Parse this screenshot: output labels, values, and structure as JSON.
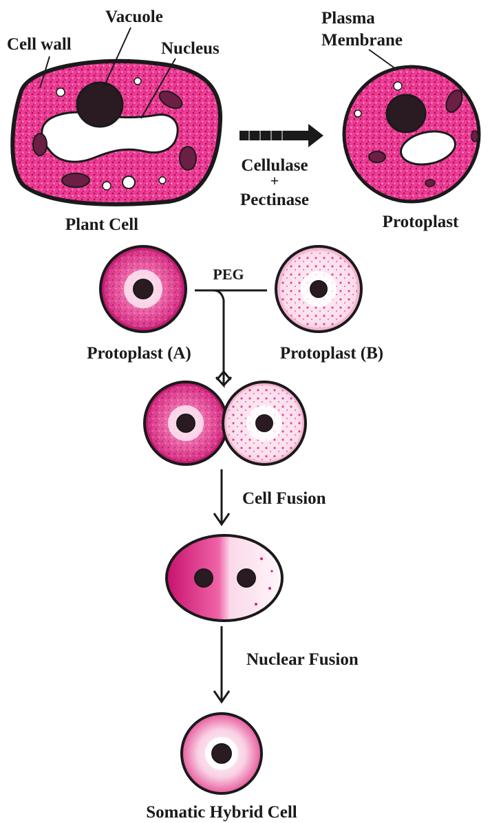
{
  "labels": {
    "cell_wall": "Cell wall",
    "vacuole": "Vacuole",
    "nucleus": "Nucleus",
    "plasma": "Plasma",
    "membrane": "Membrane",
    "cellulase": "Cellulase",
    "plus": "+",
    "pectinase": "Pectinase",
    "plant_cell": "Plant Cell",
    "protoplast": "Protoplast",
    "peg": "PEG",
    "protoplast_a": "Protoplast (A)",
    "protoplast_b": "Protoplast (B)",
    "cell_fusion": "Cell Fusion",
    "nuclear_fusion": "Nuclear Fusion",
    "somatic_hybrid_cell": "Somatic Hybrid Cell"
  },
  "colors": {
    "magenta": "#e0157f",
    "dark_magenta": "#b80f66",
    "light_pink": "#f7c6dd",
    "outline": "#1a1a1a",
    "nucleus_fill": "#2a1a22"
  }
}
